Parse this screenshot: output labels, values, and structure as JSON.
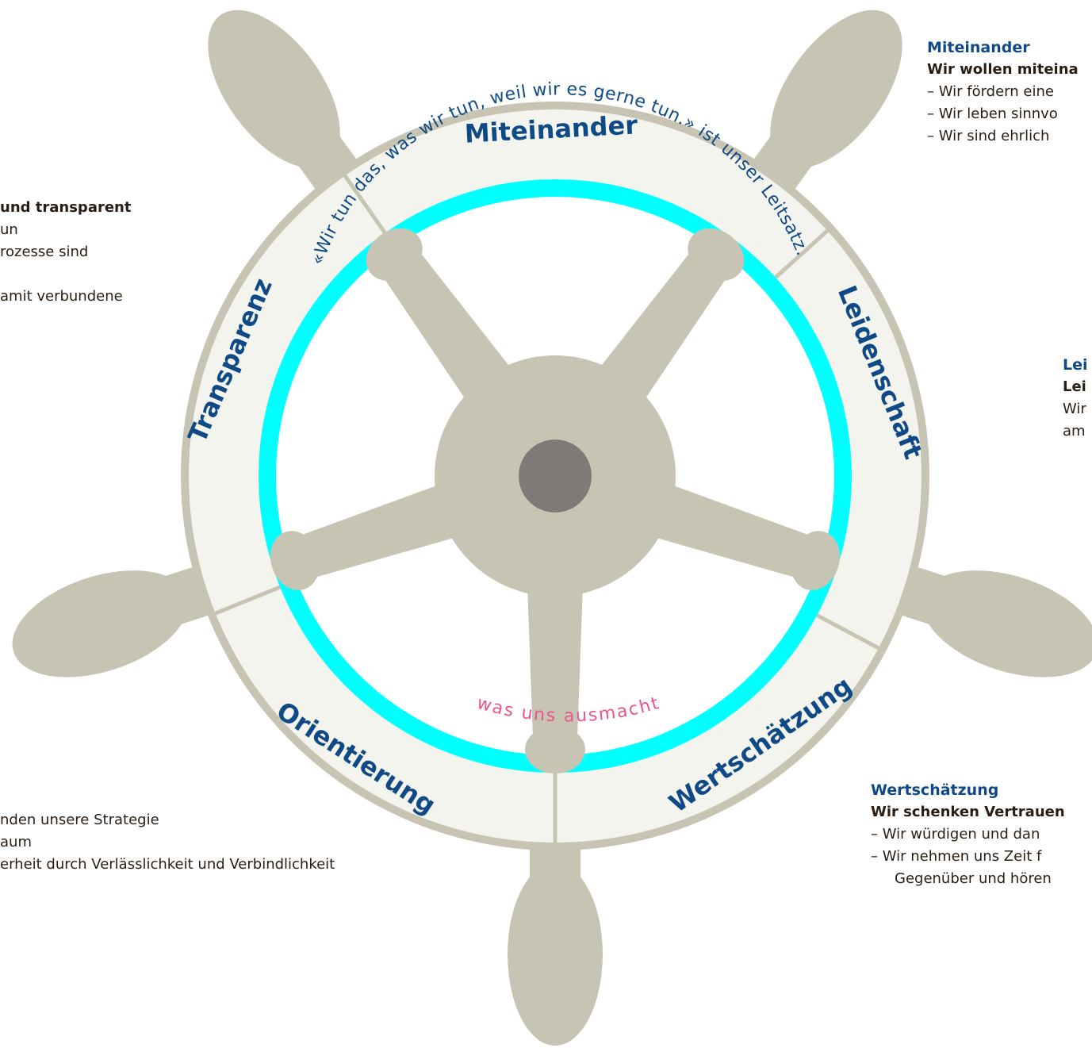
{
  "wheel": {
    "segments": [
      "Miteinander",
      "Leidenschaft",
      "Wertschätzung",
      "Orientierung",
      "Transparenz"
    ],
    "motto": "«Wir tun das, was wir tun, weil wir es gerne tun.» ist unser Leitsatz.",
    "subtitle": "was uns ausmacht",
    "colors": {
      "wood": "#c8c4b3",
      "ring": "#f4f4ee",
      "cyan": "#00ffff",
      "hub": "#7e7a77",
      "navy": "#0f4a87",
      "pink": "#e8558d"
    }
  },
  "panels": {
    "miteinander": {
      "heading": "Miteinander",
      "subheading": "Wir wollen miteina",
      "items": [
        "– Wir fördern eine",
        "– Wir leben sinnvo",
        "– Wir sind ehrlich"
      ]
    },
    "leidenschaft": {
      "heading": "Lei",
      "subheading": "Lei",
      "lines": [
        "Wir",
        "am"
      ]
    },
    "wertschaetzung": {
      "heading": "Wertschätzung",
      "subheading": "Wir schenken Vertrauen",
      "items": [
        "– Wir würdigen und dan",
        "– Wir nehmen uns Zeit f",
        "Gegenüber und hören"
      ]
    },
    "transparenz": {
      "subheading": "und transparent",
      "lines": [
        "un",
        "rozesse sind",
        "amit verbundene"
      ]
    },
    "orientierung": {
      "lines": [
        "nden unsere Strategie",
        "aum",
        "erheit durch Verlässlichkeit und Verbindlichkeit"
      ]
    }
  }
}
